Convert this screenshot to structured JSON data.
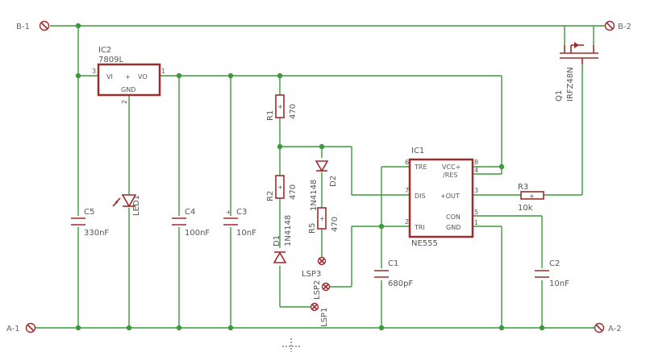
{
  "terminals": {
    "b1": "B-1",
    "b2": "B-2",
    "a1": "A-1",
    "a2": "A-2"
  },
  "ic2": {
    "name": "IC2",
    "value": "7809L",
    "vi": "VI",
    "plus": "+",
    "vo": "VO",
    "gnd": "GND",
    "pin_in": "3",
    "pin_out": "1",
    "pin_gnd": "2"
  },
  "ic1": {
    "name": "IC1",
    "value": "NE555",
    "tre": "TRE",
    "vcc": "VCC+",
    "res": "/RES",
    "dis": "DIS",
    "out": "+OUT",
    "tri": "TRI",
    "con": "CON",
    "gnd": "GND",
    "p6": "6",
    "p7": "7",
    "p2": "2",
    "p8": "8",
    "p4": "4",
    "p3": "3",
    "p5": "5",
    "p1": "1"
  },
  "q1": {
    "name": "Q1",
    "value": "IRFZ48N"
  },
  "r1": {
    "name": "R1",
    "value": "470"
  },
  "r2": {
    "name": "R2",
    "value": "470"
  },
  "r3": {
    "name": "R3",
    "value": "10k"
  },
  "r5": {
    "name": "R5",
    "value": "470"
  },
  "d1": {
    "name": "D1",
    "value": "1N4148"
  },
  "d2": {
    "name": "D2",
    "value": "1N4148"
  },
  "led1": {
    "name": "LED1"
  },
  "c1": {
    "name": "C1",
    "value": "680pF"
  },
  "c2": {
    "name": "C2",
    "value": "10nF"
  },
  "c3": {
    "name": "C3",
    "value": "10nF"
  },
  "c4": {
    "name": "C4",
    "value": "100nF"
  },
  "c5": {
    "name": "C5",
    "value": "330nF"
  },
  "lsp1": {
    "name": "LSP1"
  },
  "lsp2": {
    "name": "LSP2"
  },
  "lsp3": {
    "name": "LSP3"
  },
  "colors": {
    "wire": "#3c9a3c",
    "component": "#9e2c2c",
    "text": "#555555"
  }
}
